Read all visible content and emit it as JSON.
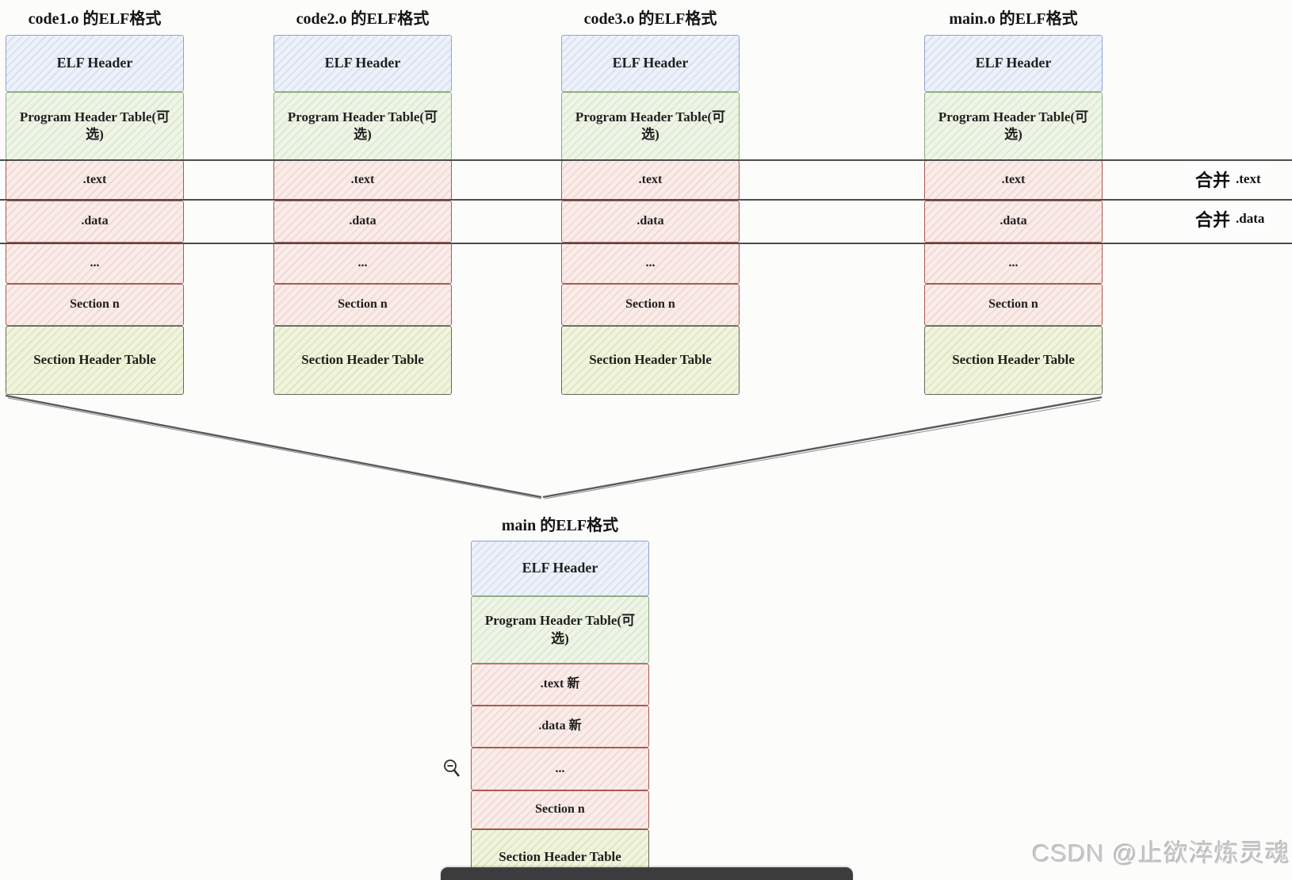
{
  "diagram": {
    "object_columns": [
      {
        "title": "code1.o 的ELF格式",
        "sections": [
          "ELF Header",
          "Program Header Table(可选)",
          ".text",
          ".data",
          "...",
          "Section n",
          "Section Header Table"
        ]
      },
      {
        "title": "code2.o 的ELF格式",
        "sections": [
          "ELF Header",
          "Program Header Table(可选)",
          ".text",
          ".data",
          "...",
          "Section n",
          "Section Header Table"
        ]
      },
      {
        "title": "code3.o 的ELF格式",
        "sections": [
          "ELF Header",
          "Program Header Table(可选)",
          ".text",
          ".data",
          "...",
          "Section n",
          "Section Header Table"
        ]
      },
      {
        "title": "main.o 的ELF格式",
        "sections": [
          "ELF Header",
          "Program Header Table(可选)",
          ".text",
          ".data",
          "...",
          "Section n",
          "Section Header Table"
        ]
      }
    ],
    "merge_labels": [
      {
        "action": "合并",
        "target": ".text"
      },
      {
        "action": "合并",
        "target": ".data"
      }
    ],
    "result_column": {
      "title": "main 的ELF格式",
      "sections": [
        "ELF Header",
        "Program Header Table(可选)",
        ".text 新",
        ".data 新",
        "...",
        "Section n",
        "Section Header Table"
      ]
    }
  },
  "icons": {
    "magnifier": "zoom-out-magnifier"
  },
  "watermark": "CSDN @止欲淬炼灵魂",
  "colors": {
    "elf_header_fill": "#edf1fa",
    "elf_header_border": "#8fa3cf",
    "program_header_fill": "#eef5e7",
    "program_header_border": "#8cab7c",
    "section_fill": "#f9ece9",
    "section_border": "#ab5a52",
    "section_header_table_fill": "#f0f4dc",
    "section_header_table_border": "#666a5e",
    "merge_line": "#4c4c4c",
    "converge_line": "#59595b",
    "player_bar": "#3c3c3e",
    "watermark_gray": "#c9c9c9"
  }
}
